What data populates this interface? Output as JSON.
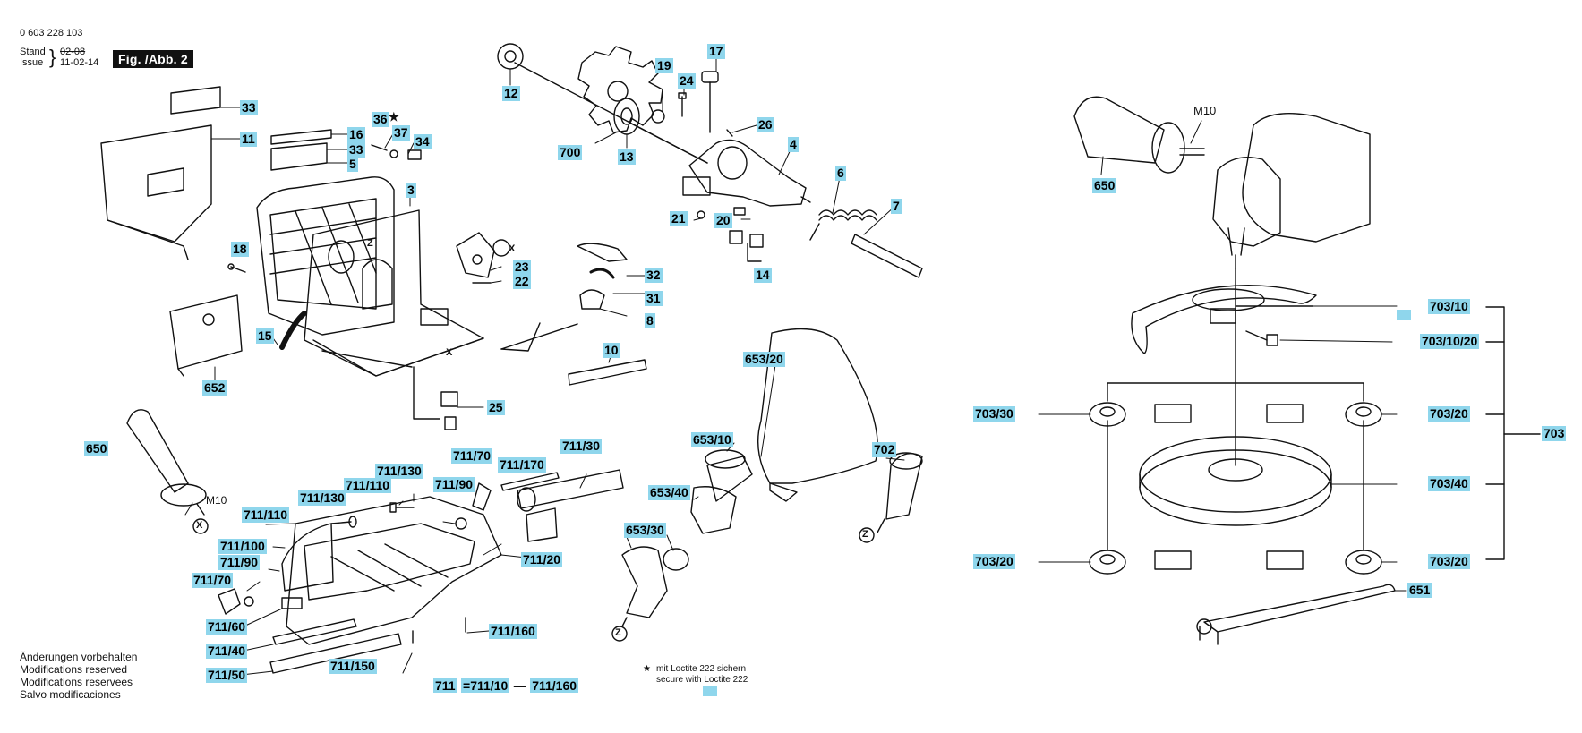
{
  "header": {
    "doc_number": "0 603 228 103",
    "stand_label": "Stand",
    "stand_date": "02-08",
    "issue_label": "Issue",
    "issue_date": "11-02-14",
    "brace": "}",
    "figure_title": "Fig. /Abb. 2"
  },
  "labels": {
    "p33a": "33",
    "p11": "11",
    "p16": "16",
    "p33b": "33",
    "p5": "5",
    "p36": "36",
    "star": "★",
    "p37": "37",
    "p34": "34",
    "p3": "3",
    "p18": "18",
    "p23": "23",
    "p22": "22",
    "p15": "15",
    "p652": "652",
    "p12": "12",
    "p700": "700",
    "p13": "13",
    "p19": "19",
    "p24": "24",
    "p17": "17",
    "p26": "26",
    "p4": "4",
    "p6": "6",
    "p7": "7",
    "p21": "21",
    "p20": "20",
    "p14": "14",
    "p32": "32",
    "p31": "31",
    "p8": "8",
    "p10": "10",
    "p25": "25",
    "p650a": "650",
    "m10a": "M10",
    "p711_130a": "711/130",
    "p711_110a": "711/110",
    "p711_70a": "711/70",
    "p711_170": "711/170",
    "p711_30": "711/30",
    "p711_90a": "711/90",
    "p711_130b": "711/130",
    "p711_110b": "711/110",
    "p711_100": "711/100",
    "p711_90b": "711/90",
    "p711_70b": "711/70",
    "p711_20": "711/20",
    "p711_60": "711/60",
    "p711_40": "711/40",
    "p711_160": "711/160",
    "p711_150": "711/150",
    "p711_50": "711/50",
    "p711_eq_a": "711",
    "p711_eq_b": "=711/10",
    "dash": "—",
    "p711_eq_c": "711/160",
    "p653_20": "653/20",
    "p653_10": "653/10",
    "p653_40": "653/40",
    "p653_30": "653/30",
    "p702": "702",
    "m10b": "M10",
    "p650b": "650",
    "p703_10": "703/10",
    "p703_10_20": "703/10/20",
    "p703_30": "703/30",
    "p703_20a": "703/20",
    "p703_40": "703/40",
    "p703_20b": "703/20",
    "p703_20c": "703/20",
    "p703": "703",
    "p651": "651",
    "z": "Z",
    "x": "X"
  },
  "footer": {
    "line1": "Änderungen vorbehalten",
    "line2": "Modifications reserved",
    "line3": "Modifications reservees",
    "line4": "Salvo modificaciones"
  },
  "note": {
    "star": "★",
    "de": "mit Loctite 222 sichern",
    "en": "secure with Loctite 222"
  },
  "colors": {
    "label_highlight": "#8fd6ec",
    "ink": "#111111"
  }
}
